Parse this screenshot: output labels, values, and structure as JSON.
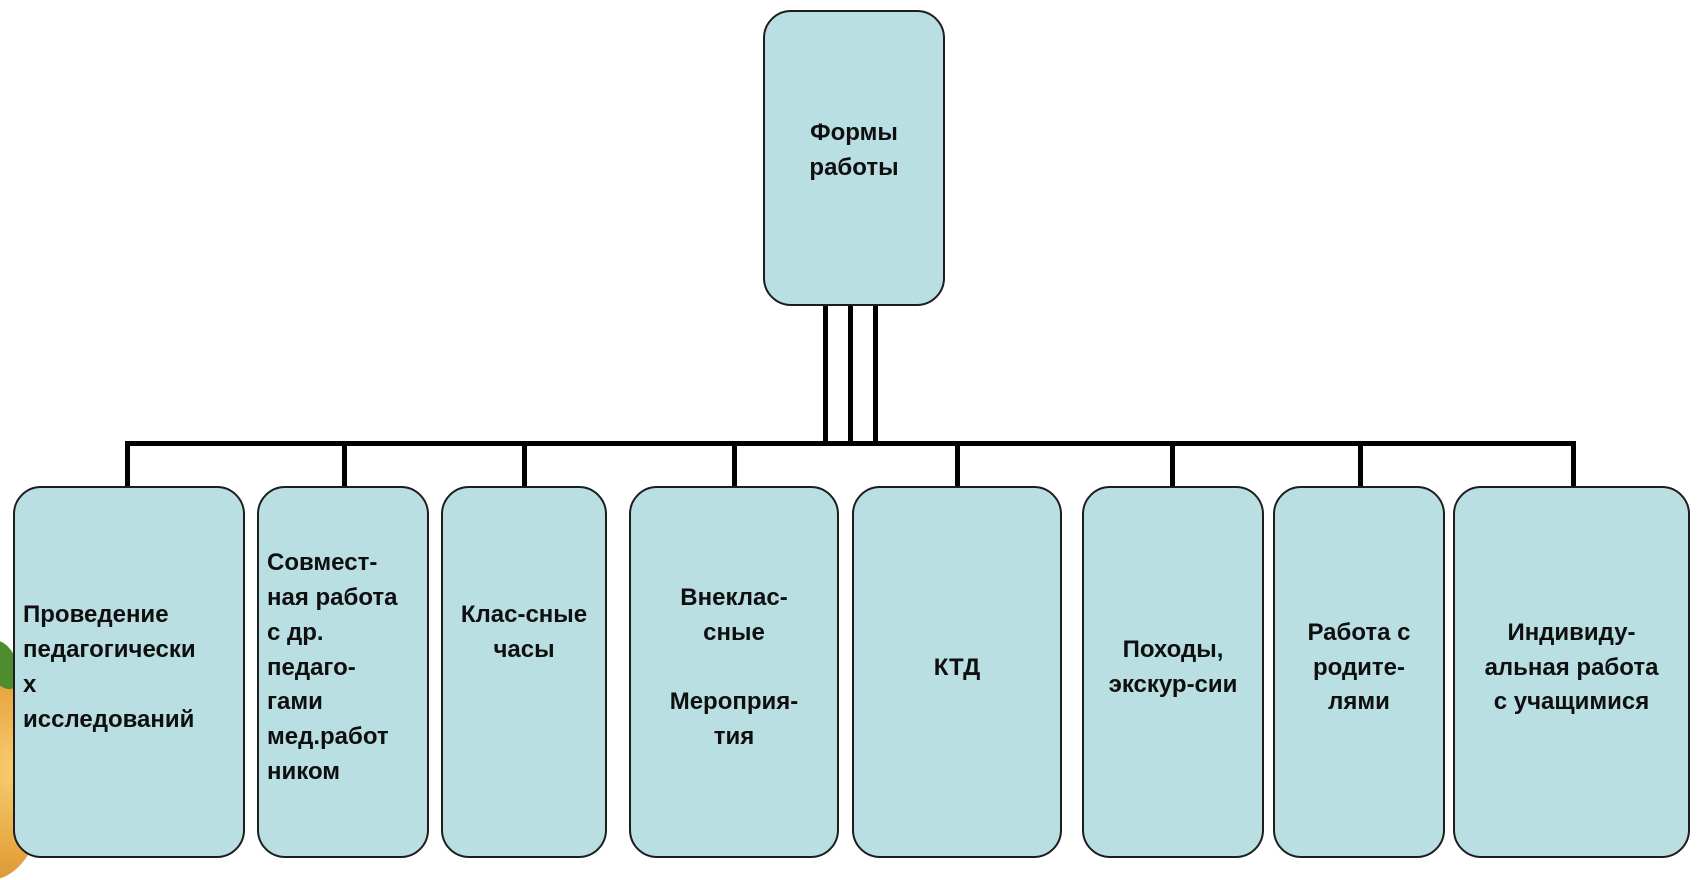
{
  "diagram": {
    "root": {
      "label": "Формы\nработы"
    },
    "children": [
      {
        "id": "research",
        "label": "Проведение\nпедагогически\nх\nисследований"
      },
      {
        "id": "joint-work",
        "label": "Совмест-\nная работа\nс др.\nпедаго-\nгами\nмед.работ\nником"
      },
      {
        "id": "class-hours",
        "label": "Клас-сные\nчасы"
      },
      {
        "id": "extracurricular",
        "label": "Внеклас-\nсные\n\nМероприя-\nтия"
      },
      {
        "id": "ktd",
        "label": "КТД"
      },
      {
        "id": "hikes",
        "label": "Походы,\nэкскур-сии"
      },
      {
        "id": "parents",
        "label": "Работа  с\nродите-\nлями"
      },
      {
        "id": "individual",
        "label": "Индивиду-\nальная работа\nс учащимися"
      }
    ]
  },
  "colors": {
    "box_fill": "#b9dfe3",
    "box_border": "#1d1d1d",
    "connector": "#000000"
  }
}
